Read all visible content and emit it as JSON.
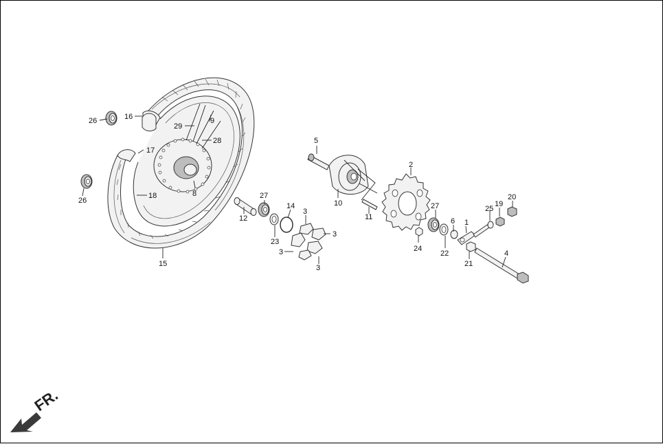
{
  "diagram": {
    "direction_label": "FR.",
    "colors": {
      "line": "#333333",
      "fill_light": "#f2f2f2",
      "fill_dark": "#bdbdbd",
      "arrow": "#3a3a3a"
    },
    "callouts": {
      "c1": "1",
      "c2": "2",
      "c3a": "3",
      "c3b": "3",
      "c3c": "3",
      "c3d": "3",
      "c4": "4",
      "c5": "5",
      "c6": "6",
      "c8": "8",
      "c9": "9",
      "c10": "10",
      "c11": "11",
      "c12": "12",
      "c14": "14",
      "c15": "15",
      "c16": "16",
      "c17": "17",
      "c18": "18",
      "c19": "19",
      "c20": "20",
      "c21": "21",
      "c22": "22",
      "c23": "23",
      "c24": "24",
      "c25": "25",
      "c26a": "26",
      "c26b": "26",
      "c27a": "27",
      "c27b": "27",
      "c28": "28",
      "c29": "29"
    }
  }
}
